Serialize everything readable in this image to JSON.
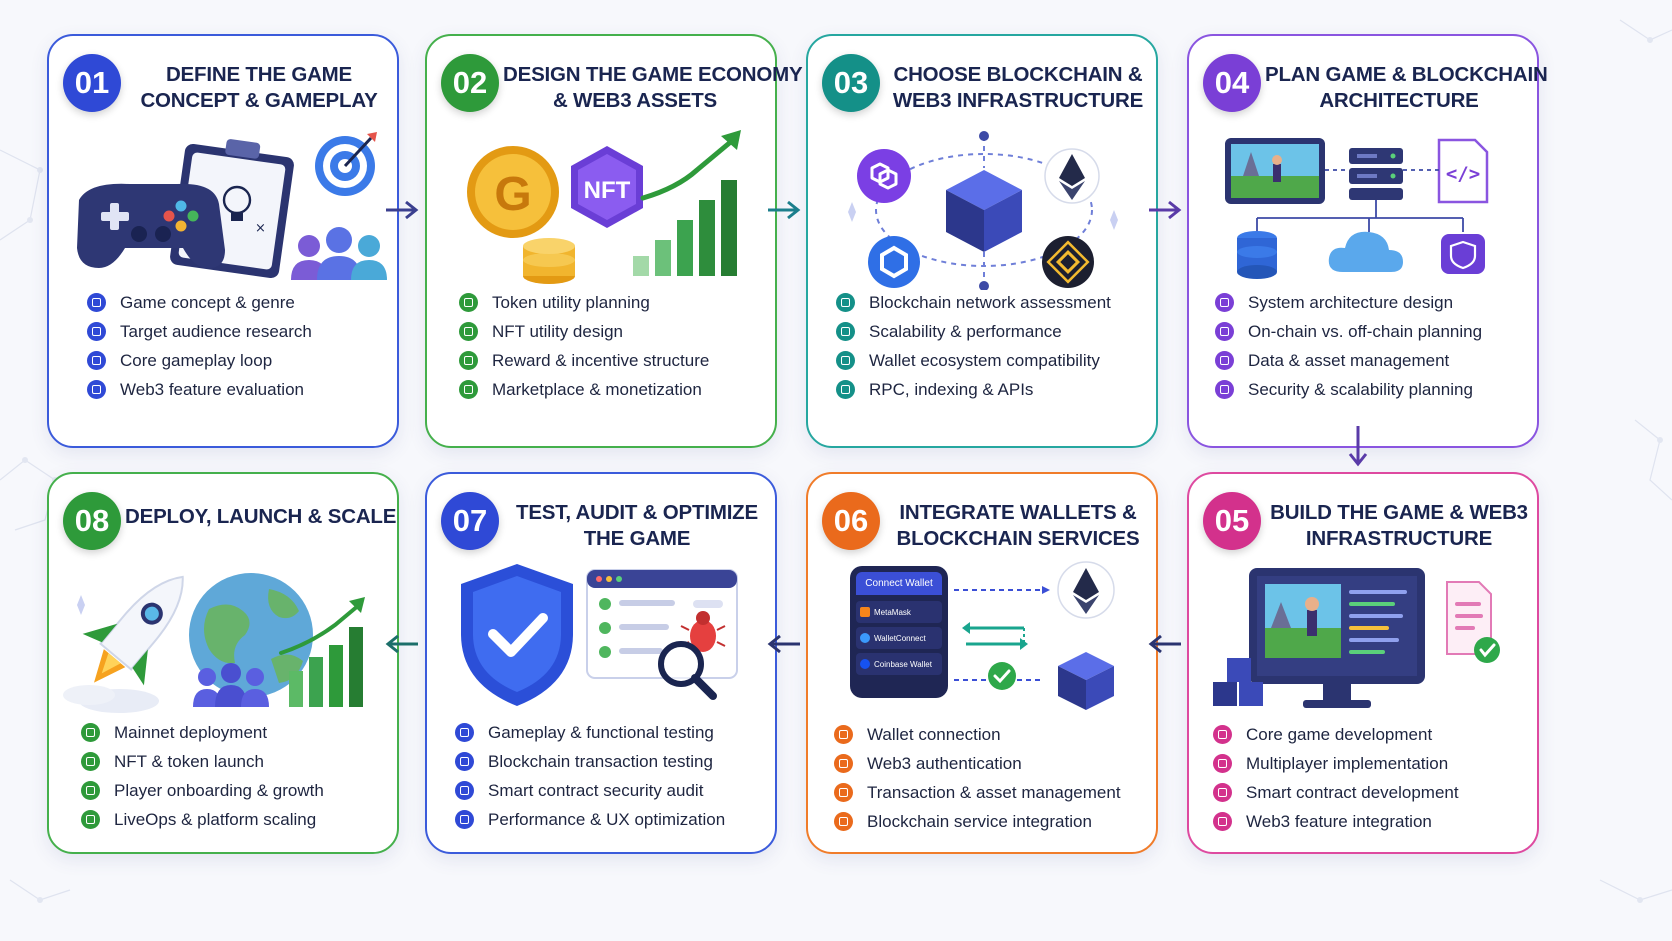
{
  "steps": [
    {
      "number": "01",
      "title_lines": [
        "DEFINE THE GAME",
        "CONCEPT & GAMEPLAY"
      ],
      "color": "#2f49d6",
      "items": [
        "Game concept & genre",
        "Target audience research",
        "Core gameplay loop",
        "Web3 feature evaluation"
      ]
    },
    {
      "number": "02",
      "title_lines": [
        "DESIGN THE GAME ECONOMY",
        "& WEB3 ASSETS"
      ],
      "color": "#2e9a3a",
      "items": [
        "Token utility planning",
        "NFT utility design",
        "Reward & incentive structure",
        "Marketplace & monetization"
      ],
      "illustration": {
        "coin_letter": "G",
        "nft_label": "NFT"
      }
    },
    {
      "number": "03",
      "title_lines": [
        "CHOOSE BLOCKCHAIN &",
        "WEB3 INFRASTRUCTURE"
      ],
      "color": "#149088",
      "items": [
        "Blockchain network assessment",
        "Scalability & performance",
        "Wallet ecosystem compatibility",
        "RPC, indexing & APIs"
      ]
    },
    {
      "number": "04",
      "title_lines": [
        "PLAN GAME & BLOCKCHAIN",
        "ARCHITECTURE"
      ],
      "color": "#7a3fd6",
      "items": [
        "System architecture design",
        "On-chain vs. off-chain planning",
        "Data & asset management",
        "Security & scalability planning"
      ],
      "illustration": {
        "code_symbol": "</>"
      }
    },
    {
      "number": "05",
      "title_lines": [
        "BUILD THE GAME & WEB3",
        "INFRASTRUCTURE"
      ],
      "color": "#d3318c",
      "items": [
        "Core game development",
        "Multiplayer implementation",
        "Smart contract development",
        "Web3 feature integration"
      ]
    },
    {
      "number": "06",
      "title_lines": [
        "INTEGRATE WALLETS &",
        "BLOCKCHAIN SERVICES"
      ],
      "color": "#ea6a1c",
      "items": [
        "Wallet connection",
        "Web3 authentication",
        "Transaction & asset management",
        "Blockchain service integration"
      ],
      "illustration": {
        "phone_header": "Connect Wallet",
        "wallets": [
          "MetaMask",
          "WalletConnect",
          "Coinbase Wallet"
        ]
      }
    },
    {
      "number": "07",
      "title_lines": [
        "TEST, AUDIT & OPTIMIZE",
        "THE GAME"
      ],
      "color": "#2f49d6",
      "items": [
        "Gameplay & functional testing",
        "Blockchain transaction testing",
        "Smart contract security audit",
        "Performance & UX optimization"
      ]
    },
    {
      "number": "08",
      "title_lines": [
        "DEPLOY, LAUNCH & SCALE"
      ],
      "color": "#2e9a3a",
      "items": [
        "Mainnet deployment",
        "NFT & token launch",
        "Player onboarding & growth",
        "LiveOps & platform scaling"
      ]
    }
  ],
  "colors": {
    "navy": "#1a2550",
    "arrow": "#3b3f8f"
  },
  "icons": [
    "gamepad-icon",
    "clipboard-icon",
    "target-icon",
    "users-icon",
    "coin-icon",
    "nft-hexagon-icon",
    "growth-chart-icon",
    "polygon-icon",
    "ethereum-icon",
    "chainlink-icon",
    "bnb-icon",
    "cube-icon",
    "monitor-icon",
    "server-icon",
    "code-icon",
    "database-icon",
    "cloud-icon",
    "shield-icon",
    "bug-icon",
    "magnifier-icon",
    "rocket-icon",
    "globe-icon",
    "phone-icon",
    "document-icon",
    "check-icon"
  ]
}
